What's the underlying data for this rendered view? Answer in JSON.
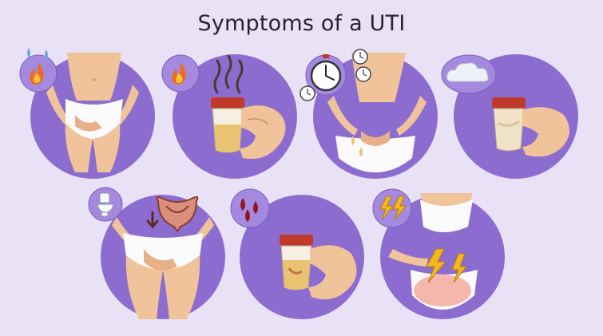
{
  "page": {
    "title": "Symptoms of a UTI"
  },
  "colors": {
    "background": "#e9e1f5",
    "circle": "#8d6ccf",
    "badge": "#a48ade",
    "skin": "#f0c39a",
    "skin_shadow": "#c98f66",
    "underwear": "#fbfbfd",
    "cup_lid": "#c0392b",
    "urine": "#e9c372",
    "cloudy_urine": "#efe2c6",
    "blood": "#8e1624",
    "water": "#6aa7e8",
    "flame": "#ef6a1b",
    "lightning": "#f4b81f"
  },
  "panels": [
    {
      "id": "burning-urination",
      "icons": [
        "fire-icon",
        "water-drops-icon"
      ]
    },
    {
      "id": "strong-odor",
      "icons": [
        "fire-icon",
        "odor-waves-icon",
        "urine-cup-icon"
      ]
    },
    {
      "id": "frequent-urination",
      "icons": [
        "stopwatch-icon",
        "clock-icon"
      ]
    },
    {
      "id": "cloudy-urine",
      "icons": [
        "cloud-icon",
        "urine-cup-icon"
      ]
    },
    {
      "id": "bladder-pressure",
      "icons": [
        "toilet-icon",
        "down-arrow-icon",
        "bladder-icon"
      ]
    },
    {
      "id": "blood-in-urine",
      "icons": [
        "blood-drops-icon",
        "urine-cup-icon"
      ]
    },
    {
      "id": "pelvic-pain",
      "icons": [
        "lightning-icon"
      ]
    }
  ]
}
